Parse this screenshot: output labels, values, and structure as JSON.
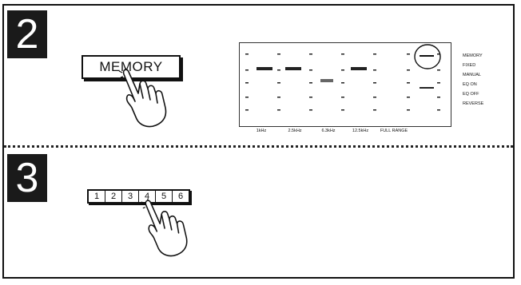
{
  "steps": {
    "step2": {
      "number": "2"
    },
    "step3": {
      "number": "3"
    }
  },
  "memory_button": {
    "label": "MEMORY"
  },
  "preset_buttons": [
    "1",
    "2",
    "3",
    "4",
    "5",
    "6"
  ],
  "eq_display": {
    "frequency_labels": [
      "1kHz",
      "2.5kHz",
      "6.3kHz",
      "12.5kHz",
      "FULL RANGE"
    ],
    "mode_labels": [
      "MEMORY",
      "FIXED",
      "MANUAL",
      "EQ ON",
      "EQ OFF",
      "REVERSE"
    ]
  },
  "icons": {
    "pressing_hand_1": "pointing-hand-icon",
    "pressing_hand_2": "pointing-hand-icon"
  }
}
